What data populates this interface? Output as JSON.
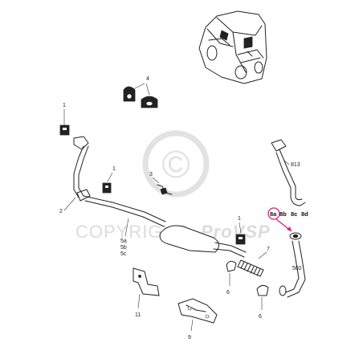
{
  "watermark": {
    "text_plain": "COPYRIGHT",
    "text_brand": "ProVSP",
    "symbol": "©"
  },
  "callouts": {
    "c1_left": "1",
    "c1_mid": "1",
    "c1_right": "1",
    "c2": "2",
    "c3": "3",
    "c4": "4",
    "c5_a": "5a",
    "c5_b": "5b",
    "c5_c": "5c",
    "c5_02": "502",
    "c6_left": "6",
    "c6_right": "6",
    "c7": "7",
    "c8a": "8a",
    "c8b": "8b",
    "c8c": "8c",
    "c8d": "8d",
    "c9": "9",
    "c11": "11",
    "c8_13": "813"
  },
  "highlight": {
    "color": "#e0197d"
  }
}
